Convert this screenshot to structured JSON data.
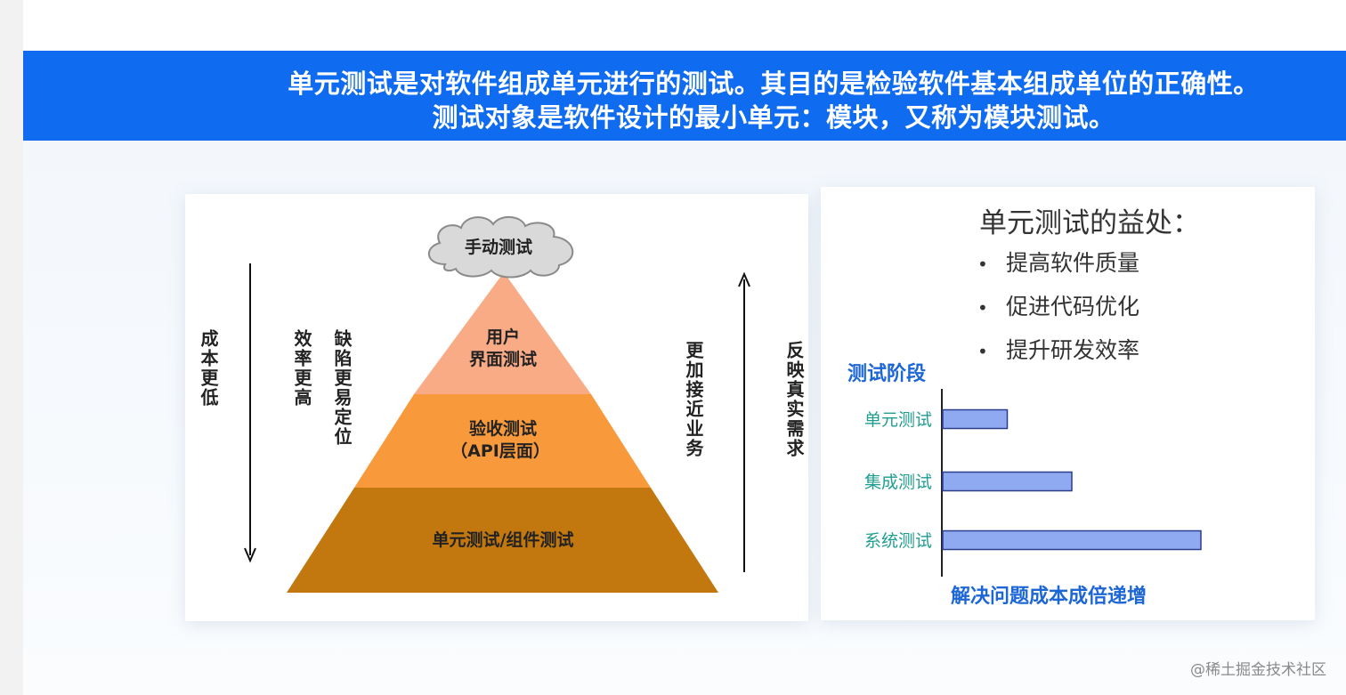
{
  "banner": {
    "line1": "单元测试是对软件组成单元进行的测试。其目的是检验软件基本组成单位的正确性。",
    "line2": "测试对象是软件设计的最小单元：模块，又称为模块测试。"
  },
  "pyramid": {
    "cloud_label": "手动测试",
    "top": {
      "line1": "用户",
      "line2": "界面测试",
      "color": "#f9ab86"
    },
    "middle": {
      "line1": "验收测试",
      "line2": "（API层面）",
      "color": "#f89a3b"
    },
    "bottom": {
      "label": "单元测试/组件测试",
      "color": "#c2780f"
    }
  },
  "side_labels": {
    "cost": "成本更低",
    "efficiency": "效率更高",
    "defect": "缺陷更易定位",
    "business": "更加接近业务",
    "reality": "反映真实需求"
  },
  "benefits": {
    "title": "单元测试的益处：",
    "items": [
      "提高软件质量",
      "促进代码优化",
      "提升研发效率"
    ],
    "bullet": "•"
  },
  "chart_data": {
    "type": "bar",
    "orientation": "horizontal",
    "title": "测试阶段",
    "xlabel": "解决问题成本成倍递增",
    "categories": [
      "单元测试",
      "集成测试",
      "系统测试"
    ],
    "values": [
      1,
      2,
      4
    ],
    "bar_color": "#8faaf0",
    "label_color": "#1f9e90"
  },
  "watermark": "@稀土掘金技术社区"
}
